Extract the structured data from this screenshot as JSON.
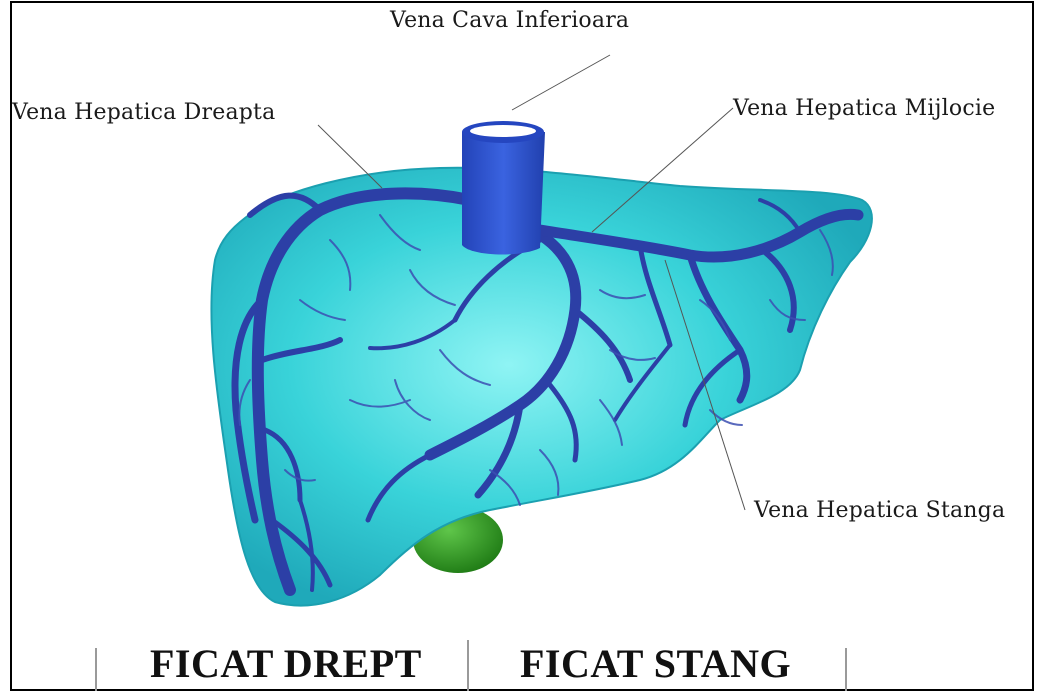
{
  "labels": {
    "ivc": "Vena Cava Inferioara",
    "right_hepatic_vein": "Vena Hepatica Dreapta",
    "middle_hepatic_vein": "Vena Hepatica Mijlocie",
    "left_hepatic_vein": "Vena Hepatica Stanga"
  },
  "sections": {
    "right_liver": "FICAT DREPT",
    "left_liver": "FICAT STANG"
  },
  "colors": {
    "liver": "#2fd0d6",
    "liver_light": "#7ff0f2",
    "liver_dark": "#19a9b8",
    "vein": "#2c3fa6",
    "ivc": "#2a52c9",
    "gallbladder": "#2f9a22",
    "border": "#000000"
  }
}
